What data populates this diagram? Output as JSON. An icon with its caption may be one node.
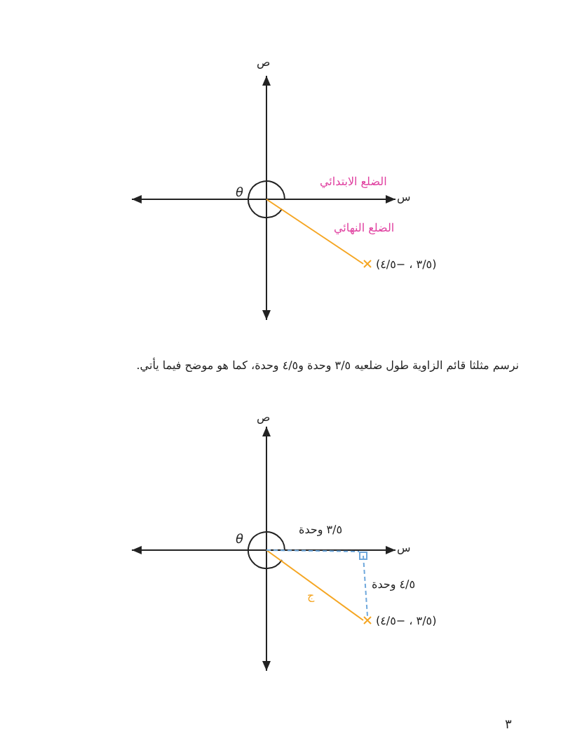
{
  "diagram": {
    "nodes": [
      {
        "text": [
          "(٣/٥ ، −٤/٥)"
        ]
      },
      {
        "text": [
          "(٣/٥ ، −٤/٥)"
        ]
      },
      {
        "text": [],
        "shape": "box"
      }
    ],
    "edges": [
      {
        "from": null,
        "to": 0,
        "arrow": "none",
        "color": "#f5a623"
      },
      {
        "from": null,
        "to": 1,
        "arrow": "none",
        "label": "ج",
        "color": "#f5a623"
      },
      {
        "from": null,
        "to": 2,
        "arrow": "none",
        "label": "٣/٥ وحدة",
        "style": "dashed",
        "color": "#6fa8dc"
      },
      {
        "from": 2,
        "to": 1,
        "arrow": "none",
        "label": "٤/٥ وحدة",
        "style": "dashed",
        "color": "#6fa8dc"
      }
    ],
    "labels": [
      "ص",
      "س",
      "θ",
      "الضلع الابتدائي",
      "الضلع النهائي",
      "نرسم مثلثا قائم الزاوية طول ضلعيه ٣/٥ وحدة و٤/٥ وحدة، كما هو موضح فيما يأتي.",
      "ص",
      "س",
      "θ",
      "٣"
    ]
  }
}
